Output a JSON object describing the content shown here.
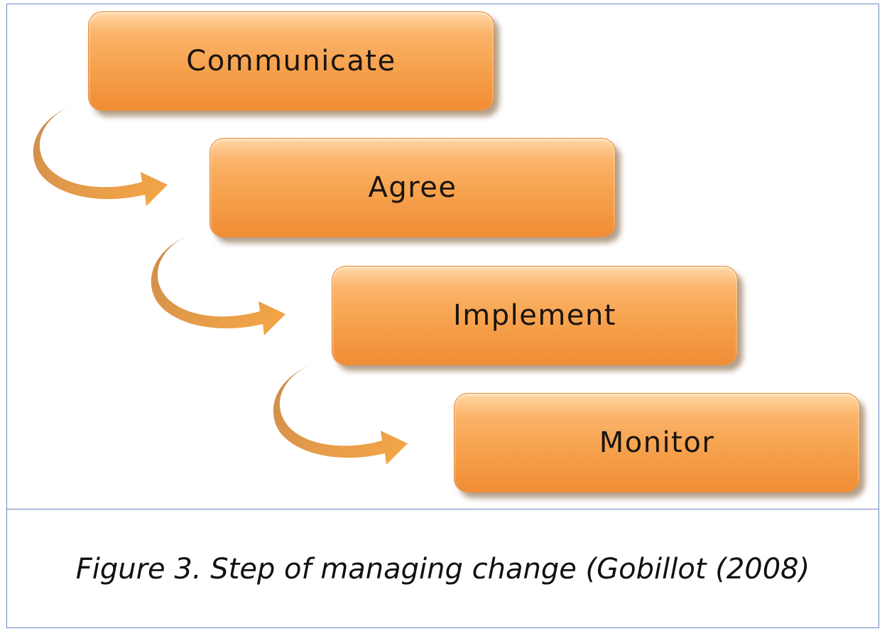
{
  "steps": [
    {
      "label": "Communicate"
    },
    {
      "label": "Agree"
    },
    {
      "label": "Implement"
    },
    {
      "label": "Monitor"
    }
  ],
  "caption": "Figure 3. Step of managing change (Gobillot (2008)",
  "colors": {
    "box_fill": "#f6a24e",
    "box_highlight": "#ffd7a6",
    "arrow_start": "#c98a4e",
    "arrow_end": "#f6a545",
    "border": "#6b8bc4"
  }
}
